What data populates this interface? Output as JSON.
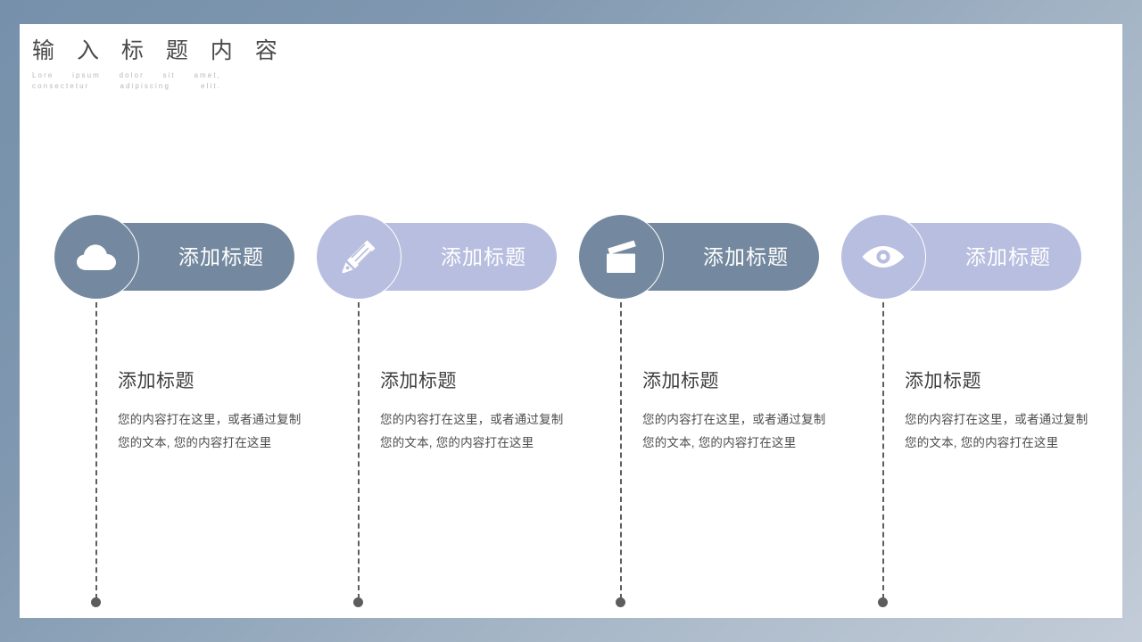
{
  "slide": {
    "background_start_color": "#7690ab",
    "background_end_color": "#c3ccd8",
    "card_color": "#ffffff"
  },
  "header": {
    "title": "输 入 标 题 内 容",
    "subtitle": "Lore ipsum dolor sit amet, consectetur adipiscing elit."
  },
  "palette": {
    "steel_blue": "#74899f",
    "lavender": "#b8bedf",
    "connector_gray": "#5d5d5d",
    "heading_gray": "#3e3e3e",
    "body_gray": "#4d4d4d"
  },
  "columns": [
    {
      "icon": "cloud-icon",
      "color": "#74899f",
      "pill_label": "添加标题",
      "heading": "添加标题",
      "text": "您的内容打在这里，或者通过复制您的文本, 您的内容打在这里"
    },
    {
      "icon": "pencil-icon",
      "color": "#b8bedf",
      "pill_label": "添加标题",
      "heading": "添加标题",
      "text": "您的内容打在这里，或者通过复制您的文本, 您的内容打在这里"
    },
    {
      "icon": "clapperboard-icon",
      "color": "#74899f",
      "pill_label": "添加标题",
      "heading": "添加标题",
      "text": "您的内容打在这里，或者通过复制您的文本, 您的内容打在这里"
    },
    {
      "icon": "eye-icon",
      "color": "#b8bedf",
      "pill_label": "添加标题",
      "heading": "添加标题",
      "text": "您的内容打在这里，或者通过复制您的文本, 您的内容打在这里"
    }
  ]
}
